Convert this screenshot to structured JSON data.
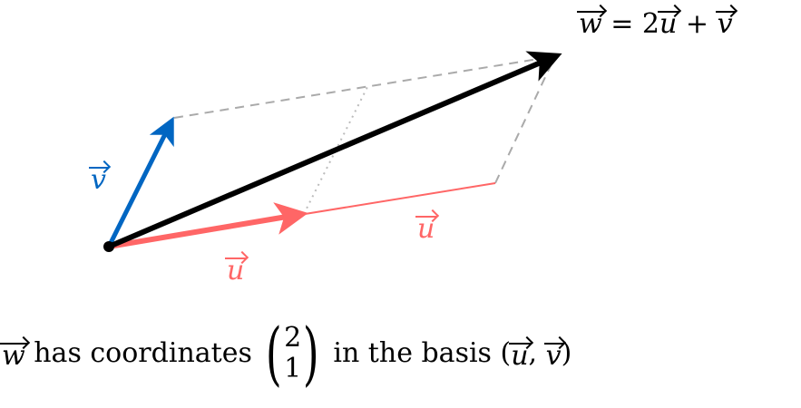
{
  "colors": {
    "u": "#ff6666",
    "v": "#0066c2",
    "w": "#000000",
    "guide": "#aaaaaa"
  },
  "labels": {
    "v": "v",
    "u_first": "u",
    "u_second": "u",
    "w_eq": {
      "w": "w",
      "eq": "=",
      "two": "2",
      "u": "u",
      "plus": "+",
      "v": "v"
    }
  },
  "caption": {
    "w": "w",
    "has": "has coordinates",
    "c1": "2",
    "c2": "1",
    "in_basis": "in the basis (",
    "u": "u",
    "comma": ",",
    "v": "v",
    "close": ")"
  }
}
